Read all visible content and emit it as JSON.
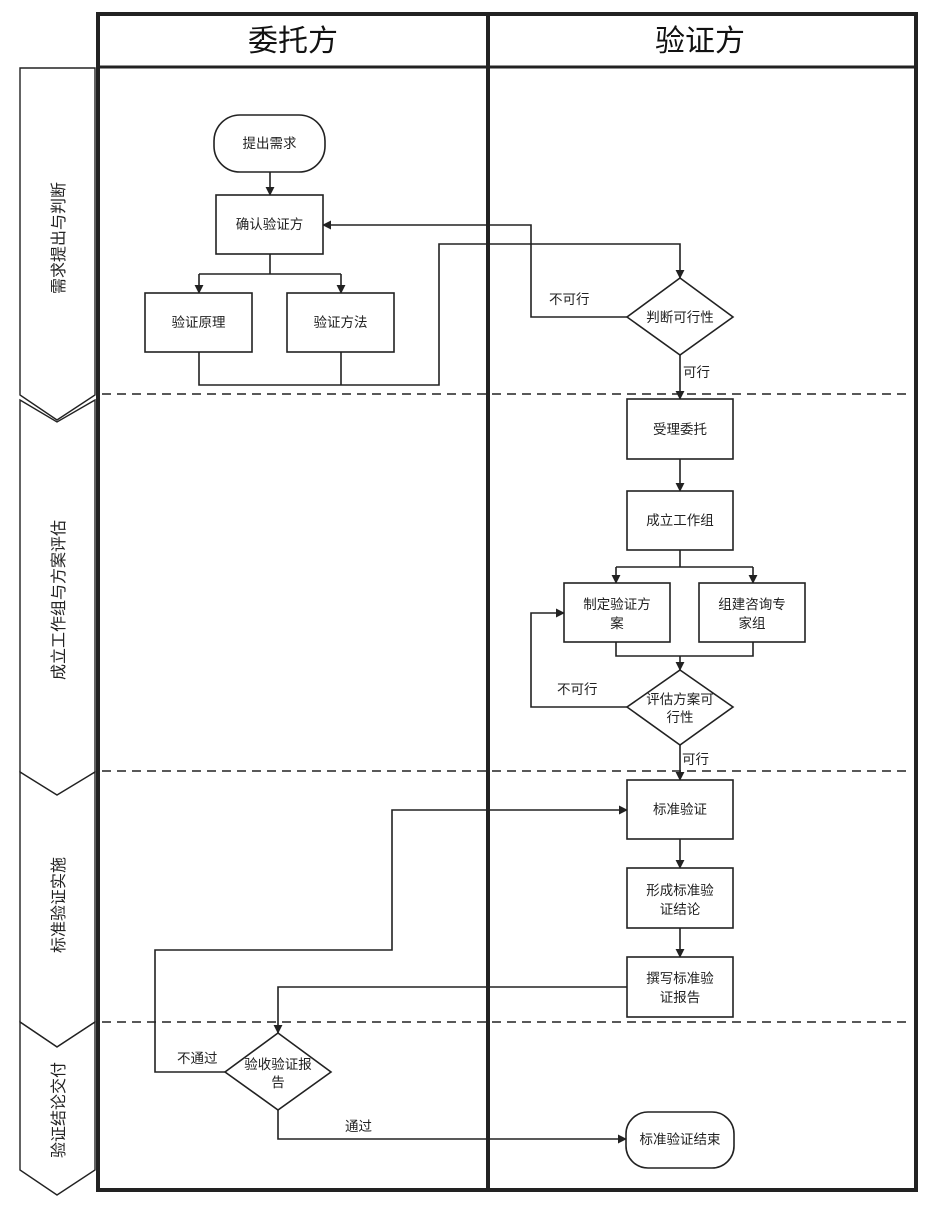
{
  "columns": [
    {
      "id": "client",
      "title": "委托方"
    },
    {
      "id": "verifier",
      "title": "验证方"
    }
  ],
  "lanes": [
    {
      "id": "lane1",
      "title": "需求提出与判断"
    },
    {
      "id": "lane2",
      "title": "成立工作组与方案评估"
    },
    {
      "id": "lane3",
      "title": "标准验证实施"
    },
    {
      "id": "lane4",
      "title": "验证结论交付"
    }
  ],
  "nodes": {
    "submit": {
      "type": "terminal",
      "lines": [
        "提出需求"
      ]
    },
    "confirm": {
      "type": "process",
      "lines": [
        "确认验证方"
      ]
    },
    "principle": {
      "type": "process",
      "lines": [
        "验证原理"
      ]
    },
    "method": {
      "type": "process",
      "lines": [
        "验证方法"
      ]
    },
    "feasible": {
      "type": "decision",
      "lines": [
        "判断可行性"
      ]
    },
    "accept": {
      "type": "process",
      "lines": [
        "受理委托"
      ]
    },
    "team": {
      "type": "process",
      "lines": [
        "成立工作组"
      ]
    },
    "plan": {
      "type": "process",
      "lines": [
        "制定验证方",
        "案"
      ]
    },
    "experts": {
      "type": "process",
      "lines": [
        "组建咨询专",
        "家组"
      ]
    },
    "evaluate": {
      "type": "decision",
      "lines": [
        "评估方案可",
        "行性"
      ]
    },
    "verify": {
      "type": "process",
      "lines": [
        "标准验证"
      ]
    },
    "conclusion": {
      "type": "process",
      "lines": [
        "形成标准验",
        "证结论"
      ]
    },
    "report": {
      "type": "process",
      "lines": [
        "撰写标准验",
        "证报告"
      ]
    },
    "review": {
      "type": "decision",
      "lines": [
        "验收验证报",
        "告"
      ]
    },
    "end": {
      "type": "terminal",
      "lines": [
        "标准验证结束"
      ]
    }
  },
  "edge_labels": {
    "feasible_no": "不可行",
    "feasible_yes": "可行",
    "evaluate_no": "不可行",
    "evaluate_yes": "可行",
    "review_fail": "不通过",
    "review_pass": "通过"
  }
}
